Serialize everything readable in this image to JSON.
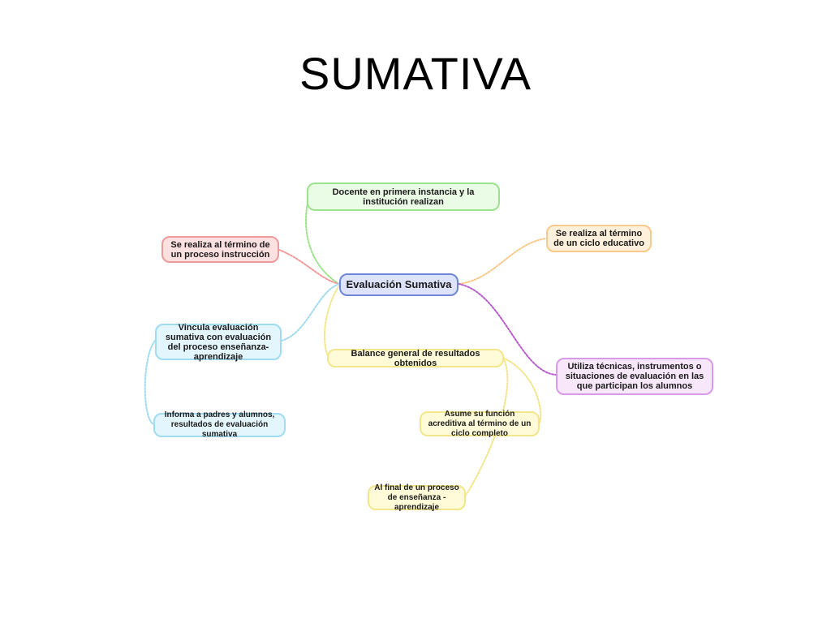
{
  "title": "SUMATIVA",
  "mindmap": {
    "center": "Evaluación Sumativa",
    "nodes": {
      "docente": "Docente en primera instancia y la institución realizan",
      "proceso_instruccion": "Se realiza al término de un proceso instrucción",
      "ciclo_educativo": "Se realiza al término de un ciclo educativo",
      "vincula": "Vincula evaluación sumativa con evaluación del proceso enseñanza- aprendizaje",
      "tecnicas": "Utiliza técnicas, instrumentos o situaciones de evaluación en las que participan los alumnos",
      "balance": "Balance general de resultados obtenidos",
      "informa": "Informa a padres y alumnos, resultados de evaluación sumativa",
      "acreditiva": "Asume su función acreditiva al término de un ciclo completo",
      "final": "Al final de un proceso de enseñanza - aprendizaje"
    }
  },
  "colors": {
    "green": "#9be38a",
    "red": "#ef9a9a",
    "orange": "#f7c98a",
    "blue": "#6f86d8",
    "cyan": "#9fdcf2",
    "purple": "#b65cc9",
    "yellow": "#f2e58a"
  }
}
